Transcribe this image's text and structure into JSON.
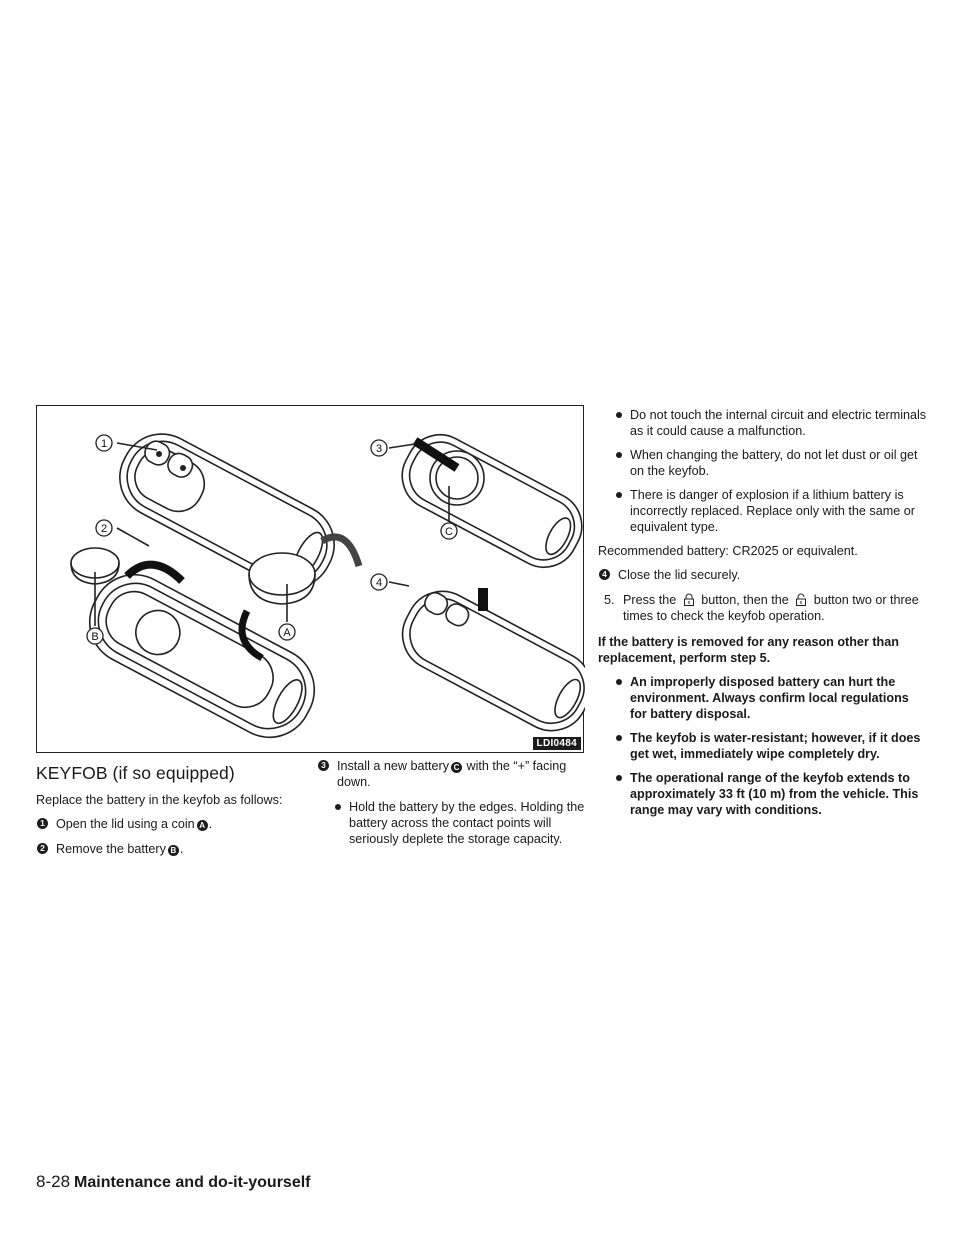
{
  "figure": {
    "code": "LDI0484",
    "step_labels": [
      "1",
      "2",
      "3",
      "4"
    ],
    "part_labels": [
      "A",
      "B",
      "C"
    ]
  },
  "section": {
    "title": "KEYFOB (if so equipped)",
    "intro": "Replace the battery in the keyfob as follows:"
  },
  "steps": {
    "s1": {
      "num": "1",
      "text": "Open the lid using a coin",
      "ref": "A",
      "end": "."
    },
    "s2": {
      "num": "2",
      "text": "Remove the battery",
      "ref": "B",
      "end": "."
    },
    "s3": {
      "num": "3",
      "text_a": "Install a new battery",
      "ref": "C",
      "text_b": "with the “+” facing down."
    },
    "s4": {
      "num": "4",
      "text": "Close the lid securely."
    }
  },
  "bullets_col2": [
    "Hold the battery by the edges. Holding the battery across the contact points will seriously deplete the storage capacity."
  ],
  "bullets_col3": [
    "Do not touch the internal circuit and electric terminals as it could cause a malfunction.",
    "When changing the battery, do not let dust or oil get on the keyfob.",
    "There is danger of explosion if a lithium battery is incorrectly replaced. Replace only with the same or equivalent type."
  ],
  "recommended": "Recommended battery: CR2025 or equivalent.",
  "step5": {
    "num": "5.",
    "text_a": "Press the",
    "text_b": "button, then the",
    "text_c": "button two or three times to check the keyfob operation.",
    "icon_lock": "lock-icon",
    "icon_unlock": "unlock-icon"
  },
  "note": "If the battery is removed for any reason other than replacement, perform step 5.",
  "bold_bullets": [
    "An improperly disposed battery can hurt the environment. Always confirm local regulations for battery disposal.",
    "The keyfob is water-resistant; however, if it does get wet, immediately wipe completely dry.",
    "The operational range of the keyfob extends to approximately 33 ft (10 m) from the vehicle. This range may vary with conditions."
  ],
  "footer": {
    "page": "8-28",
    "title": "Maintenance and do-it-yourself"
  }
}
